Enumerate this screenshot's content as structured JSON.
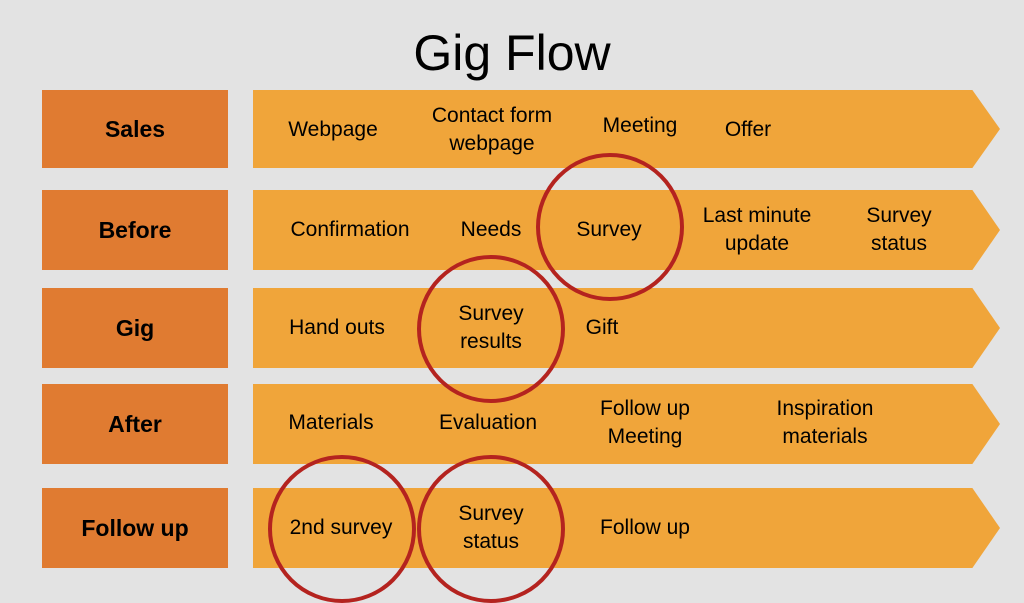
{
  "title": "Gig Flow",
  "rows": [
    {
      "label": "Sales",
      "items": [
        "Webpage",
        "Contact form webpage",
        "Meeting",
        "Offer"
      ]
    },
    {
      "label": "Before",
      "items": [
        "Confirmation",
        "Needs",
        "Survey",
        "Last minute update",
        "Survey status"
      ]
    },
    {
      "label": "Gig",
      "items": [
        "Hand outs",
        "Survey results",
        "Gift"
      ]
    },
    {
      "label": "After",
      "items": [
        "Materials",
        "Evaluation",
        "Follow up Meeting",
        "Inspiration materials"
      ]
    },
    {
      "label": "Follow up",
      "items": [
        "2nd survey",
        "Survey status",
        "Follow up"
      ]
    }
  ],
  "highlighted": [
    "Survey",
    "Survey results",
    "2nd survey",
    "Survey status (Follow up)"
  ],
  "colors": {
    "background": "#e3e3e3",
    "label_box": "#e07b31",
    "arrow": "#f0a53a",
    "circle": "#b4231f"
  }
}
